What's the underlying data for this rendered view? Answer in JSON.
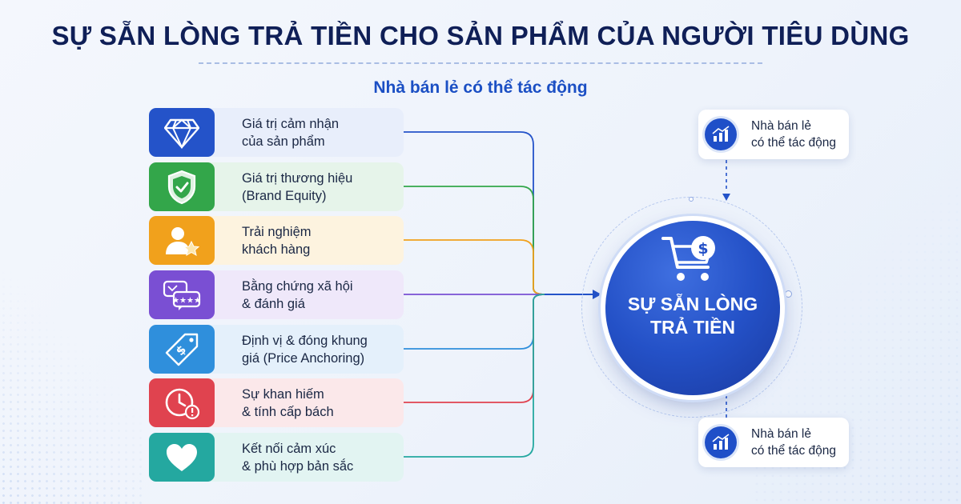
{
  "title": "SỰ SẴN LÒNG TRẢ TIỀN CHO SẢN PHẨM CỦA NGƯỜI TIÊU DÙNG",
  "subtitle": "Nhà bán lẻ có thể tác động",
  "factors": [
    {
      "line1": "Giá trị cảm nhận",
      "line2": "của sản phẩm",
      "icon": "diamond-icon",
      "color": "#2453c9",
      "bg": "#e8eefb"
    },
    {
      "line1": "Giá trị thương hiệu",
      "line2": "(Brand Equity)",
      "icon": "shield-check-icon",
      "color": "#33a64a",
      "bg": "#e6f4ea"
    },
    {
      "line1": "Trải nghiệm",
      "line2": "khách hàng",
      "icon": "user-star-icon",
      "color": "#f1a11c",
      "bg": "#fdf3df"
    },
    {
      "line1": "Bằng chứng xã hội",
      "line2": "& đánh giá",
      "icon": "review-bubbles-icon",
      "color": "#7a4fd3",
      "bg": "#efe8fa"
    },
    {
      "line1": "Định vị & đóng khung",
      "line2": "giá (Price Anchoring)",
      "icon": "price-tag-icon",
      "color": "#2f8fdc",
      "bg": "#e4f0fb"
    },
    {
      "line1": "Sự khan hiếm",
      "line2": "& tính cấp bách",
      "icon": "clock-alert-icon",
      "color": "#e0434f",
      "bg": "#fbe8ea"
    },
    {
      "line1": "Kết nối cảm xúc",
      "line2": "& phù hợp bản sắc",
      "icon": "heart-icon",
      "color": "#24a8a0",
      "bg": "#e2f4f2"
    }
  ],
  "hub": {
    "line1": "SỰ SẴN LÒNG",
    "line2": "TRẢ TIỀN",
    "icon": "shopping-cart-dollar-icon"
  },
  "influence_top": {
    "line1": "Nhà bán lẻ",
    "line2": "có thể tác động",
    "icon": "growth-chart-icon"
  },
  "influence_bottom": {
    "line1": "Nhà bán lẻ",
    "line2": "có thể tác động",
    "icon": "growth-chart-icon"
  }
}
